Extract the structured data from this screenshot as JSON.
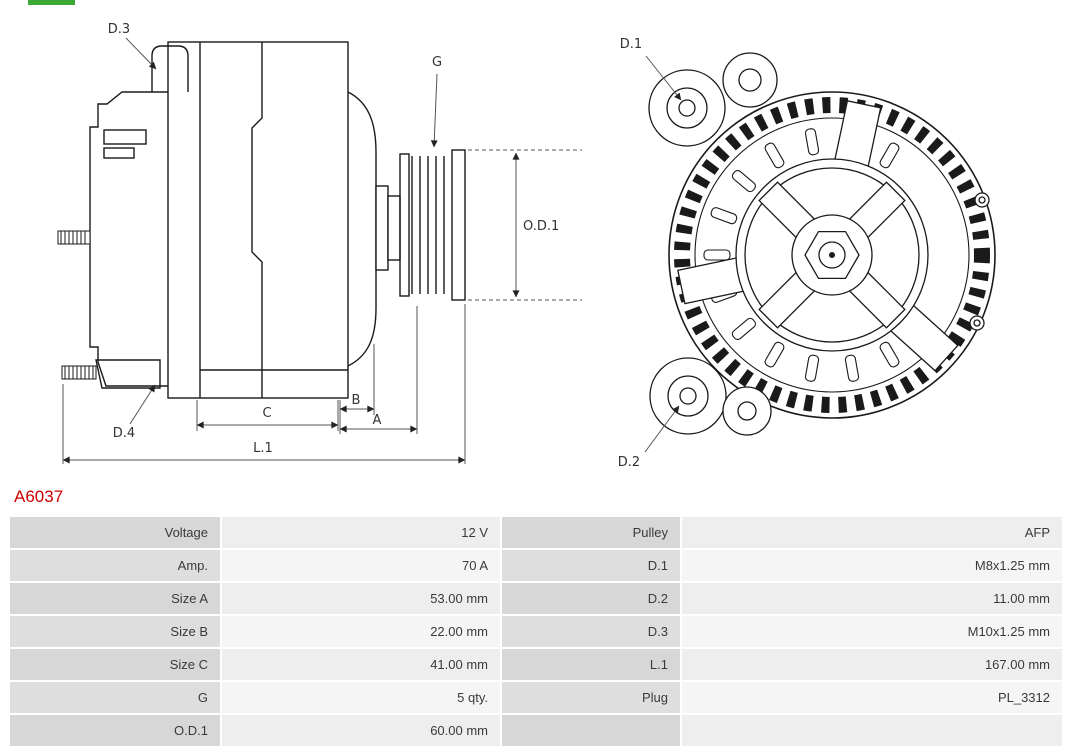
{
  "colors": {
    "accent_red": "#cc0000",
    "logo_green": "#3aaa35",
    "label_bg": "#d9d9d9",
    "value_bg": "#f1f1f1",
    "line": "#1a1a1a"
  },
  "part_number": "A6037",
  "diagram": {
    "side_labels": {
      "d3": "D.3",
      "g": "G",
      "od1": "O.D.1",
      "d4": "D.4",
      "c": "C",
      "b": "B",
      "a": "A",
      "l1": "L.1"
    },
    "front_labels": {
      "d1": "D.1",
      "d2": "D.2"
    }
  },
  "specs": {
    "rows": [
      {
        "label1": "Voltage",
        "value1": "12 V",
        "label2": "Pulley",
        "value2": "AFP"
      },
      {
        "label1": "Amp.",
        "value1": "70 A",
        "label2": "D.1",
        "value2": "M8x1.25 mm"
      },
      {
        "label1": "Size A",
        "value1": "53.00 mm",
        "label2": "D.2",
        "value2": "11.00 mm"
      },
      {
        "label1": "Size B",
        "value1": "22.00 mm",
        "label2": "D.3",
        "value2": "M10x1.25 mm"
      },
      {
        "label1": "Size C",
        "value1": "41.00 mm",
        "label2": "L.1",
        "value2": "167.00 mm"
      },
      {
        "label1": "G",
        "value1": "5 qty.",
        "label2": "Plug",
        "value2": "PL_3312"
      },
      {
        "label1": "O.D.1",
        "value1": "60.00 mm",
        "label2": "",
        "value2": ""
      }
    ]
  }
}
